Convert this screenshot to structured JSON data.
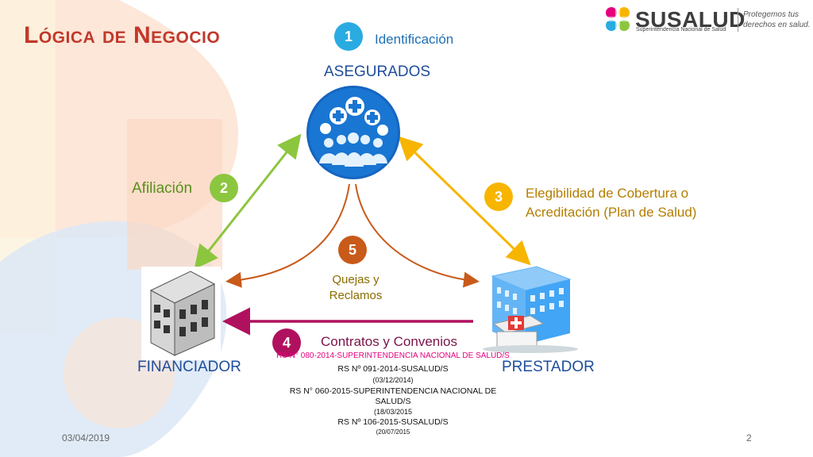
{
  "title": "Lógica de Negocio",
  "logo": {
    "name": "SUSALUD",
    "subtitle": "Superintendencia Nacional de Salud",
    "tagline_line1": "Protegemos tus",
    "tagline_line2": "derechos en salud."
  },
  "nodes": {
    "asegurados": "ASEGURADOS",
    "financiador": "FINANCIADOR",
    "prestador": "PRESTADOR"
  },
  "steps": [
    {
      "number": "1",
      "label": "Identificación",
      "color": "#29abe2"
    },
    {
      "number": "2",
      "label": "Afiliación",
      "color": "#8cc63f"
    },
    {
      "number": "3",
      "label_line1": "Elegibilidad de Cobertura o",
      "label_line2": "Acreditación (Plan de Salud)",
      "color": "#f7b500"
    },
    {
      "number": "4",
      "label": "Contratos y Convenios",
      "color": "#b0115e"
    },
    {
      "number": "5",
      "label_line1": "Quejas y",
      "label_line2": "Reclamos",
      "color": "#c85a1a"
    }
  ],
  "resolutions": {
    "line1": "RS N° 080-2014-SUPERINTENDENCIA NACIONAL DE SALUD/S",
    "line2": "RS Nº 091-2014-SUSALUD/S",
    "date2": "(03/12/2014)",
    "line3a": "RS N° 060-2015-SUPERINTENDENCIA NACIONAL DE",
    "line3b": "SALUD/S",
    "date3": "(18/03/2015",
    "line4": "RS Nº 106-2015-SUSALUD/S",
    "date4": "(20/07/2015"
  },
  "footer": {
    "date": "03/04/2019",
    "page": "2"
  },
  "colors": {
    "title": "#c0392b",
    "node_label": "#1f4e9a",
    "arrow_green": "#8cc63f",
    "arrow_yellow": "#f7b500",
    "arrow_brown": "#c85a1a",
    "arrow_magenta": "#b0115e"
  }
}
